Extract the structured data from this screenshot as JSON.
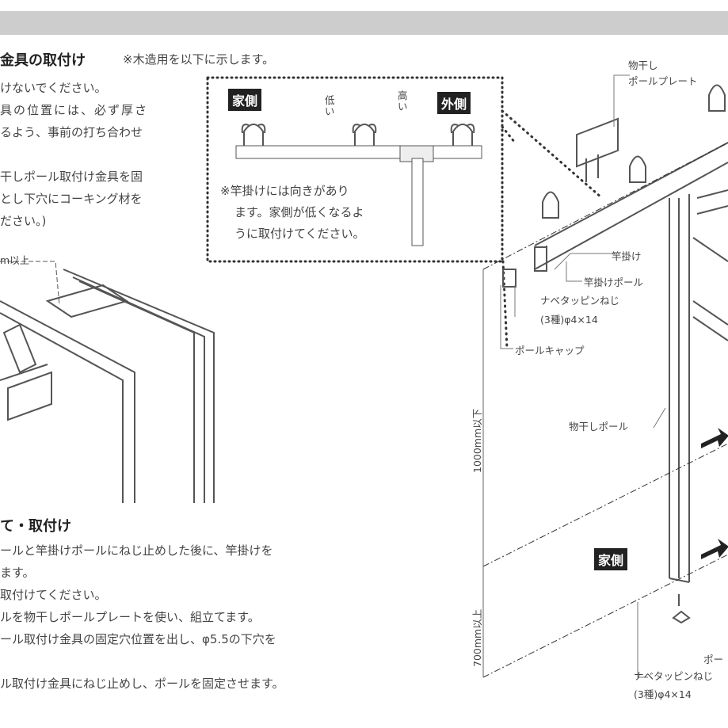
{
  "section1": {
    "title": "金具の取付け",
    "note": "※木造用を以下に示します。",
    "lines": [
      "けないでください。",
      "具の位置には、必ず厚さ",
      "るよう、事前の打ち合わせ",
      "干しポール取付け金具を固",
      "とし下穴にコーキング材を",
      "ださい。)"
    ],
    "dim_label": "m以上"
  },
  "inset": {
    "house_side": "家側",
    "outer_side": "外側",
    "low": "低い",
    "high": "高い",
    "note_lines": [
      "※竿掛けには向きがあり",
      "ます。家側が低くなるよ",
      "うに取付けてください。"
    ]
  },
  "section2": {
    "title": "て・取付け",
    "lines": [
      "ールと竿掛けポールにねじ止めした後に、竿掛けを",
      "ます。",
      "取付けてください。",
      "ルを物干しポールプレートを使い、組立てます。",
      "ール取付け金具の固定穴位置を出し、φ5.5の下穴を",
      "",
      "ル取付け金具にねじ止めし、ポールを固定させます。"
    ]
  },
  "diagram": {
    "plate_label": [
      "物干し",
      "ポールプレート"
    ],
    "hanger": "竿掛け",
    "hanger_pole": "竿掛けポール",
    "screw": [
      "ナベタッピンねじ",
      "(3種)φ4×14"
    ],
    "pole_cap": "ポールキャップ",
    "pole": "物干しポール",
    "dim_upper": "1000mm以下",
    "dim_lower": "700mm以上",
    "house_side": "家側",
    "base_label": "ポー",
    "screw2": [
      "ナベタッピンねじ",
      "(3種)φ4×14"
    ]
  }
}
